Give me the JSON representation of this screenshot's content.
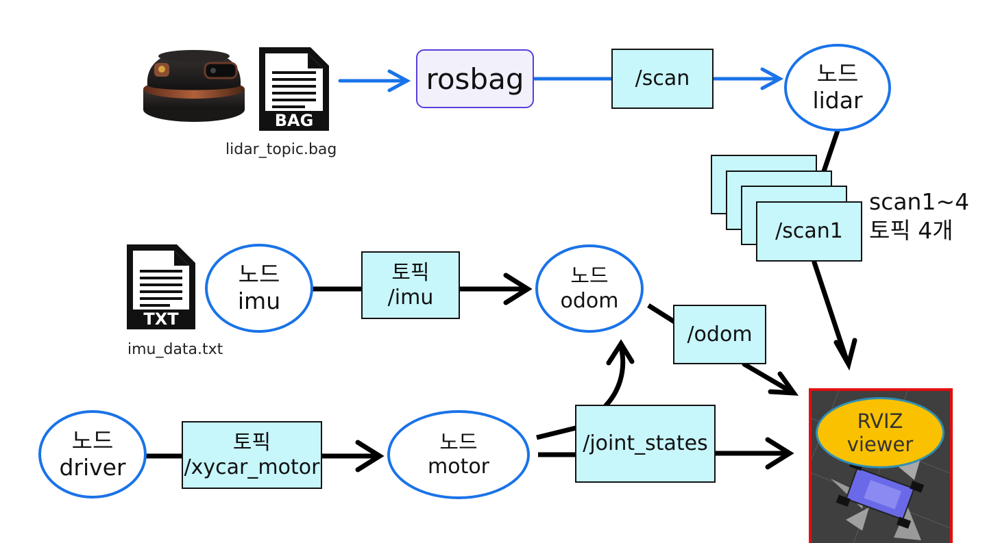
{
  "colors": {
    "node_border": "#1a73e8",
    "topic_fill": "#c7f6fb",
    "rosbag_border": "#5b3bdc",
    "rviz_frame": "#e01010",
    "rviz_bubble": "#f9c100"
  },
  "bag_file": {
    "icon_label": "BAG",
    "caption": "lidar_topic.bag"
  },
  "txt_file": {
    "icon_label": "TXT",
    "caption": "imu_data.txt"
  },
  "rosbag": {
    "label": "rosbag"
  },
  "topics": {
    "scan": {
      "label": "/scan"
    },
    "imu": {
      "line1": "토픽",
      "line2": "/imu"
    },
    "odom": {
      "label": "/odom"
    },
    "xycar_motor": {
      "line1": "토픽",
      "line2": "/xycar_motor"
    },
    "joint_states": {
      "label": "/joint_states"
    },
    "scan1": {
      "label": "/scan1"
    }
  },
  "nodes": {
    "lidar": {
      "line1": "노드",
      "line2": "lidar"
    },
    "imu": {
      "line1": "노드",
      "line2": "imu"
    },
    "odom": {
      "line1": "노드",
      "line2": "odom"
    },
    "driver": {
      "line1": "노드",
      "line2": "driver"
    },
    "motor": {
      "line1": "노드",
      "line2": "motor"
    }
  },
  "scan_note": {
    "line1": "scan1~4",
    "line2": "토픽 4개"
  },
  "rviz": {
    "line1": "RVIZ",
    "line2": "viewer"
  }
}
